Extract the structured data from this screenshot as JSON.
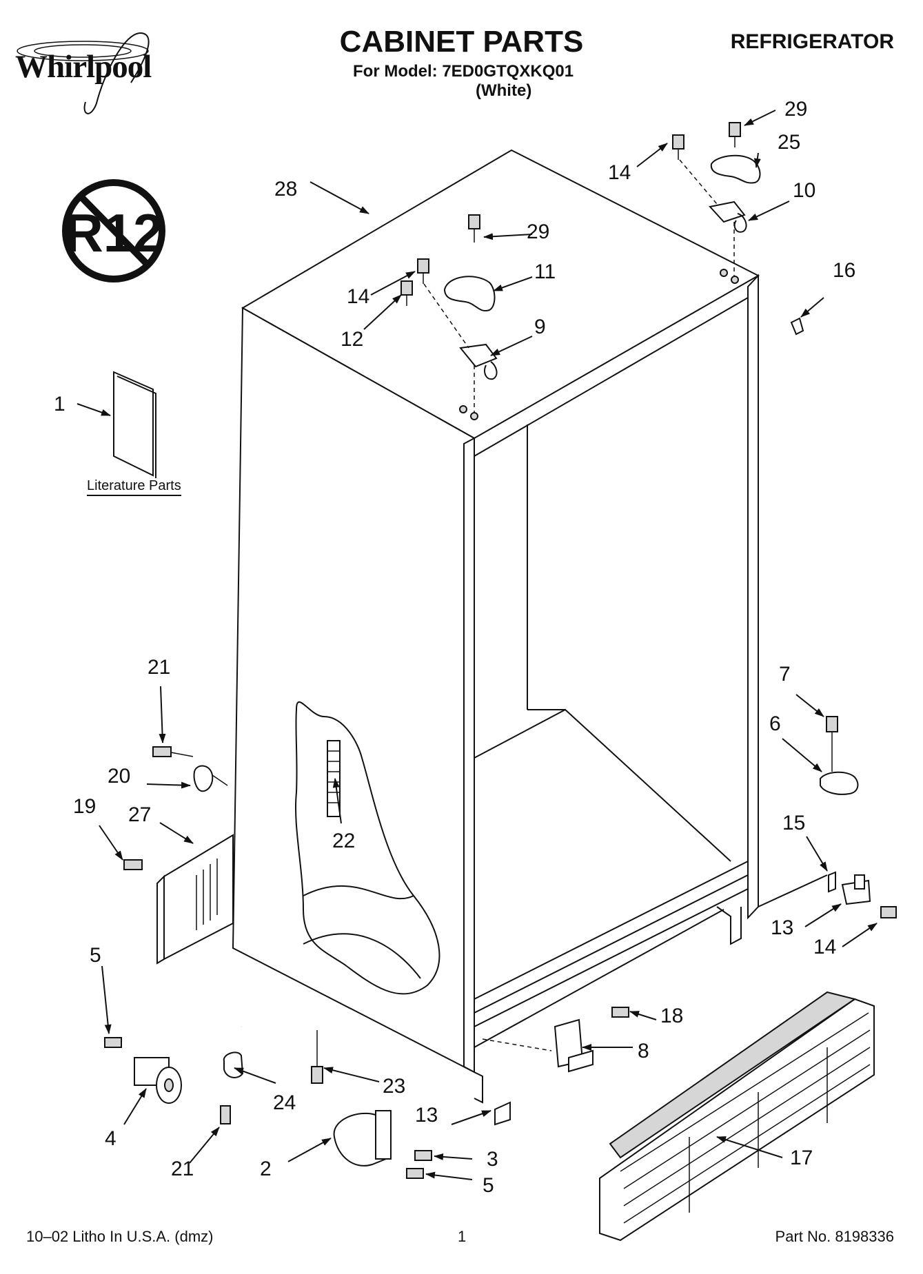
{
  "header": {
    "brand": "Whirlpool",
    "title": "CABINET PARTS",
    "doc_type": "REFRIGERATOR",
    "model_line": "For Model: 7ED0GTQXKQ01",
    "color_line": "(White)"
  },
  "badge": {
    "text": "R12",
    "icon": "no-r12-icon"
  },
  "literature_label": "Literature Parts",
  "callouts": [
    "1",
    "2",
    "3",
    "4",
    "5",
    "5",
    "6",
    "7",
    "8",
    "9",
    "10",
    "11",
    "12",
    "13",
    "13",
    "14",
    "14",
    "14",
    "15",
    "16",
    "17",
    "18",
    "19",
    "20",
    "21",
    "21",
    "22",
    "23",
    "24",
    "25",
    "27",
    "28",
    "29",
    "29"
  ],
  "footer": {
    "left": "10–02 Litho In U.S.A. (dmz)",
    "page": "1",
    "part_no": "Part No. 8198336"
  }
}
